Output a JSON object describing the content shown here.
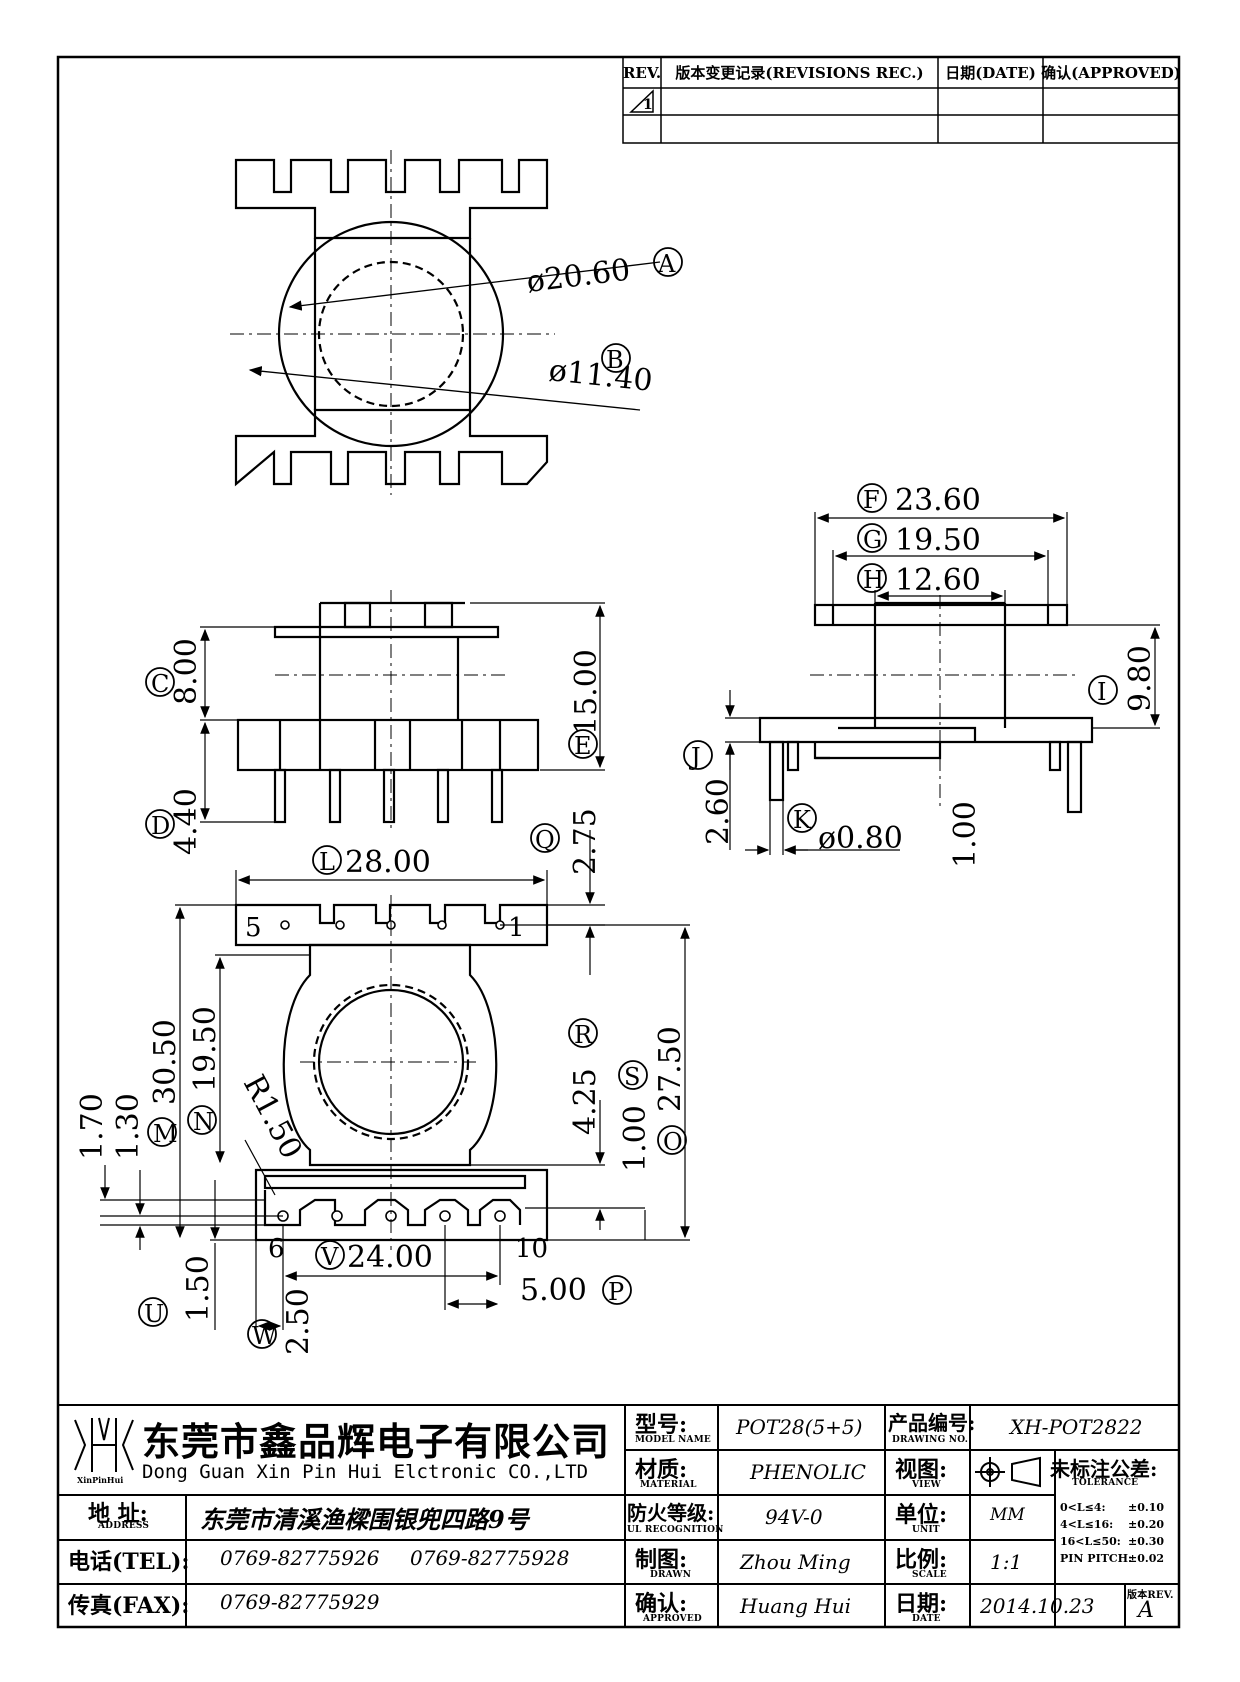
{
  "revision_table": {
    "headers": {
      "rev": "REV.",
      "record": "版本变更记录(REVISIONS REC.)",
      "date": "日期(DATE)",
      "approved": "确认(APPROVED)"
    },
    "rev_symbol": "1"
  },
  "dimensions": {
    "A": {
      "letter": "A",
      "value": "ø20.60"
    },
    "B": {
      "letter": "B",
      "value": "ø11.40"
    },
    "C": {
      "letter": "C",
      "value": "8.00"
    },
    "D": {
      "letter": "D",
      "value": "4.40"
    },
    "E": {
      "letter": "E",
      "value": "15.00"
    },
    "F": {
      "letter": "F",
      "value": "23.60"
    },
    "G": {
      "letter": "G",
      "value": "19.50"
    },
    "H": {
      "letter": "H",
      "value": "12.60"
    },
    "I": {
      "letter": "I",
      "value": "9.80"
    },
    "J": {
      "letter": "J",
      "value": "2.60"
    },
    "K": {
      "letter": "K",
      "value": "ø0.80"
    },
    "K2": {
      "value": "1.00"
    },
    "L": {
      "letter": "L",
      "value": "28.00"
    },
    "Q": {
      "letter": "Q",
      "value": "2.75"
    },
    "R": {
      "letter": "R",
      "value": "4.25"
    },
    "S": {
      "letter": "S",
      "value": "1.00"
    },
    "O": {
      "letter": "O",
      "value": "27.50"
    },
    "M": {
      "letter": "M",
      "value": "30.50"
    },
    "N": {
      "letter": "N",
      "value": "19.50"
    },
    "radius": {
      "value": "R1.50"
    },
    "T170": {
      "value": "1.70"
    },
    "T130": {
      "value": "1.30"
    },
    "U": {
      "letter": "U",
      "value": "1.50"
    },
    "V": {
      "letter": "V",
      "value": "24.00"
    },
    "W": {
      "letter": "W",
      "value": "2.50"
    },
    "P": {
      "letter": "P",
      "value": "5.00"
    }
  },
  "pins": {
    "p5": "5",
    "p1": "1",
    "p6": "6",
    "p10": "10"
  },
  "title_block": {
    "logo_text": "XinPinHui",
    "company_cn": "东莞市鑫品辉电子有限公司",
    "company_en": "Dong Guan Xin Pin Hui Elctronic CO.,LTD",
    "address_label": "地  址:",
    "address_sub": "ADDRESS",
    "address_value": "东莞市清溪渔樑围银兜四路9号",
    "tel_label": "电话(TEL):",
    "tel_1": "0769-82775926",
    "tel_2": "0769-82775928",
    "fax_label": "传真(FAX):",
    "fax_value": "0769-82775929",
    "model_label": "型号:",
    "model_sub": "MODEL NAME",
    "model_value": "POT28(5+5)",
    "material_label": "材质:",
    "material_sub": "MATERIAL",
    "material_value": "PHENOLIC",
    "fire_label": "防火等级:",
    "fire_sub": "UL RECOGNITION",
    "fire_value": "94V-0",
    "drawn_label": "制图:",
    "drawn_sub": "DRAWN",
    "drawn_value": "Zhou Ming",
    "approved_label": "确认:",
    "approved_sub": "APPROVED",
    "approved_value": "Huang Hui",
    "drawing_no_label": "产品编号:",
    "drawing_no_sub": "DRAWING NO.",
    "drawing_no_value": "XH-POT2822",
    "view_label": "视图:",
    "view_sub": "VIEW",
    "unit_label": "单位:",
    "unit_sub": "UNIT",
    "unit_value": "MM",
    "scale_label": "比例:",
    "scale_sub": "SCALE",
    "scale_value": "1:1",
    "date_label": "日期:",
    "date_sub": "DATE",
    "date_value": "2014.10.23",
    "tolerance_label": "未标注公差:",
    "tolerance_sub": "TOLERANCE",
    "tolerance_rows": [
      {
        "range": "0<L≤4:",
        "value": "±0.10"
      },
      {
        "range": "4<L≤16:",
        "value": "±0.20"
      },
      {
        "range": "16<L≤50:",
        "value": "±0.30"
      },
      {
        "range": "PIN PITCH:",
        "value": "±0.02"
      }
    ],
    "rev_label": "版本REV.",
    "rev_value": "A"
  }
}
